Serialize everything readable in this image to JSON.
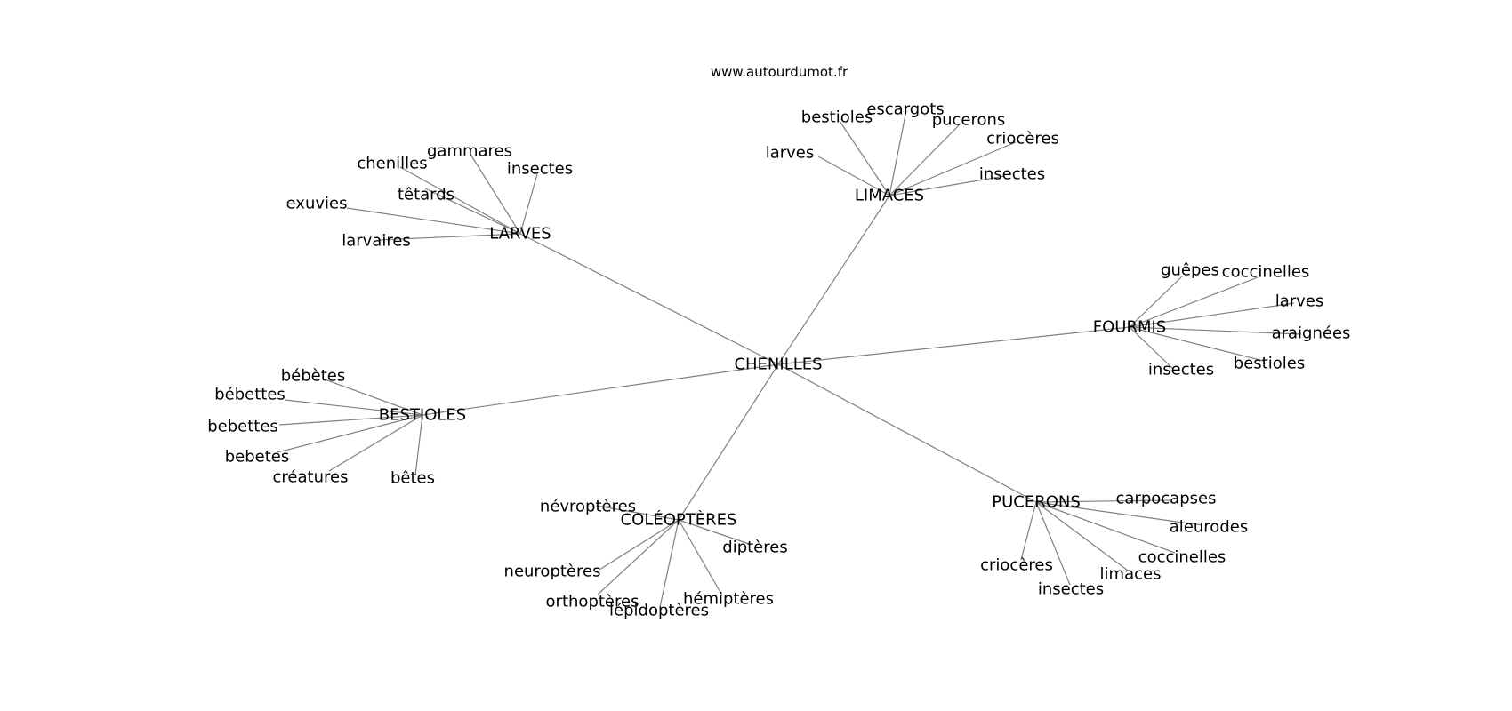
{
  "site_label": "www.autourdumot.fr",
  "line_color": "#808080",
  "center": "CHENILLES",
  "hubs": [
    {
      "label": "LARVES",
      "leaves": [
        "gammares",
        "chenilles",
        "insectes",
        "têtards",
        "exuvies",
        "larvaires"
      ]
    },
    {
      "label": "LIMACES",
      "leaves": [
        "escargots",
        "bestioles",
        "pucerons",
        "criocères",
        "larves",
        "insectes"
      ]
    },
    {
      "label": "FOURMIS",
      "leaves": [
        "guêpes",
        "coccinelles",
        "larves",
        "araignées",
        "bestioles",
        "insectes"
      ]
    },
    {
      "label": "BESTIOLES",
      "leaves": [
        "bébètes",
        "bébettes",
        "bebettes",
        "bebetes",
        "créatures",
        "bêtes"
      ]
    },
    {
      "label": "COLÉOPTÈRES",
      "leaves": [
        "névroptères",
        "diptères",
        "neuroptères",
        "orthoptères",
        "hémiptères",
        "lépidoptères"
      ]
    },
    {
      "label": "PUCERONS",
      "leaves": [
        "carpocapses",
        "aleurodes",
        "coccinelles",
        "criocères",
        "limaces",
        "insectes"
      ]
    }
  ]
}
